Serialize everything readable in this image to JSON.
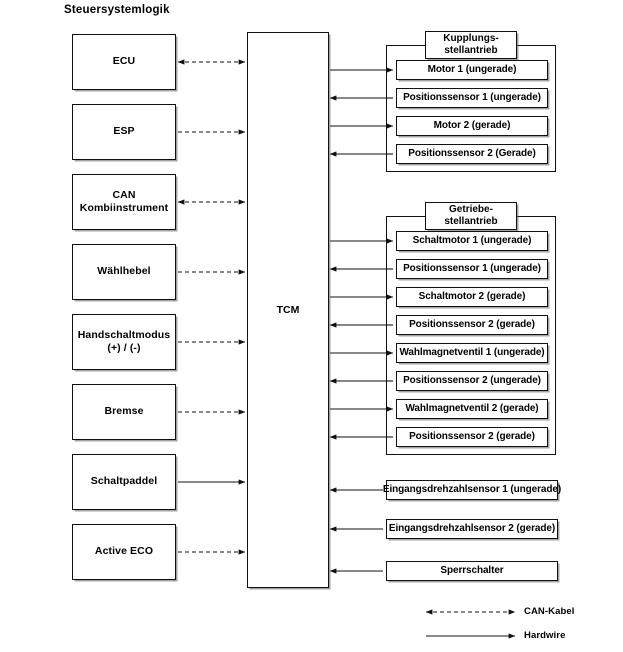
{
  "diagram": {
    "title": "Steuersystemlogik",
    "center": {
      "label": "TCM",
      "name": "transmission-control-module"
    },
    "inputs": [
      {
        "label": "ECU",
        "link": "can",
        "direction": "both"
      },
      {
        "label": "ESP",
        "link": "can",
        "direction": "to-tcm"
      },
      {
        "label": "CAN\nKombiinstrument",
        "link": "can",
        "direction": "both"
      },
      {
        "label": "Wählhebel",
        "link": "can",
        "direction": "to-tcm"
      },
      {
        "label": "Handschaltmodus\n(+) / (-)",
        "link": "can",
        "direction": "to-tcm"
      },
      {
        "label": "Bremse",
        "link": "can",
        "direction": "to-tcm"
      },
      {
        "label": "Schaltpaddel",
        "link": "hardwire",
        "direction": "to-tcm"
      },
      {
        "label": "Active ECO",
        "link": "can",
        "direction": "to-tcm"
      }
    ],
    "groups": [
      {
        "title": "Kupplungs-\nstellantrieb",
        "items": [
          {
            "label": "Motor 1 (ungerade)",
            "direction": "from-tcm"
          },
          {
            "label": "Positionssensor 1 (ungerade)",
            "direction": "to-tcm"
          },
          {
            "label": "Motor 2 (gerade)",
            "direction": "from-tcm"
          },
          {
            "label": "Positionssensor 2 (Gerade)",
            "direction": "to-tcm"
          }
        ]
      },
      {
        "title": "Getriebe-\nstellantrieb",
        "items": [
          {
            "label": "Schaltmotor 1 (ungerade)",
            "direction": "from-tcm"
          },
          {
            "label": "Positionssensor 1 (ungerade)",
            "direction": "to-tcm"
          },
          {
            "label": "Schaltmotor 2 (gerade)",
            "direction": "from-tcm"
          },
          {
            "label": "Positionssensor 2 (gerade)",
            "direction": "to-tcm"
          },
          {
            "label": "Wahlmagnetventil 1 (ungerade)",
            "direction": "from-tcm"
          },
          {
            "label": "Positionssensor 2 (ungerade)",
            "direction": "to-tcm"
          },
          {
            "label": "Wahlmagnetventil 2 (gerade)",
            "direction": "from-tcm"
          },
          {
            "label": "Positionssensor 2 (gerade)",
            "direction": "to-tcm"
          }
        ]
      }
    ],
    "standalone": [
      {
        "label": "Eingangsdrehzahlsensor 1 (ungerade)",
        "direction": "to-tcm",
        "link": "hardwire"
      },
      {
        "label": "Eingangsdrehzahlsensor 2 (gerade)",
        "direction": "to-tcm",
        "link": "hardwire"
      },
      {
        "label": "Sperrschalter",
        "direction": "to-tcm",
        "link": "hardwire"
      }
    ],
    "legend": [
      {
        "label": "CAN-Kabel",
        "style": "dashed",
        "arrows": "both"
      },
      {
        "label": "Hardwire",
        "style": "solid",
        "arrows": "right"
      }
    ],
    "colors": {
      "line": "#111111",
      "box_border": "#111111",
      "background": "#ffffff"
    }
  }
}
